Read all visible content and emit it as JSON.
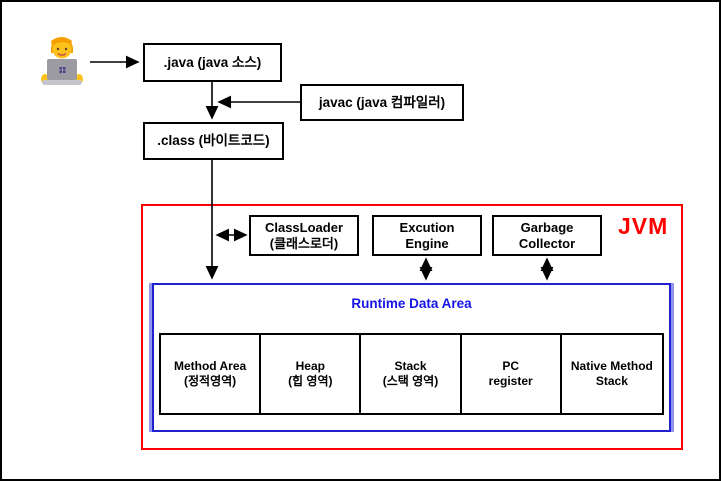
{
  "diagram": {
    "developer": {
      "icon": "man-technologist"
    },
    "java_box": {
      "label": ".java (java 소스)"
    },
    "javac_box": {
      "label": "javac (java 컴파일러)"
    },
    "class_box": {
      "label": ".class (바이트코드)"
    },
    "jvm": {
      "label": "JVM",
      "classloader": {
        "line1": "ClassLoader",
        "line2": "(클래스로더)"
      },
      "execution_engine": {
        "line1": "Excution",
        "line2": "Engine"
      },
      "garbage_collector": {
        "line1": "Garbage",
        "line2": "Collector"
      },
      "runtime_data_area": {
        "title": "Runtime Data Area",
        "cells": [
          {
            "line1": "Method Area",
            "line2": "(정적영역)"
          },
          {
            "line1": "Heap",
            "line2": "(힙 영역)"
          },
          {
            "line1": "Stack",
            "line2": "(스택 영역)"
          },
          {
            "line1": "PC",
            "line2": "register"
          },
          {
            "line1": "Native Method",
            "line2": "Stack"
          }
        ]
      }
    },
    "colors": {
      "jvm_border": "#ff0000",
      "jvm_label": "#ff0000",
      "runtime_border": "#2020cf",
      "runtime_accent": "#9292ef",
      "runtime_title": "#1414e6",
      "connector": "#000000"
    }
  }
}
